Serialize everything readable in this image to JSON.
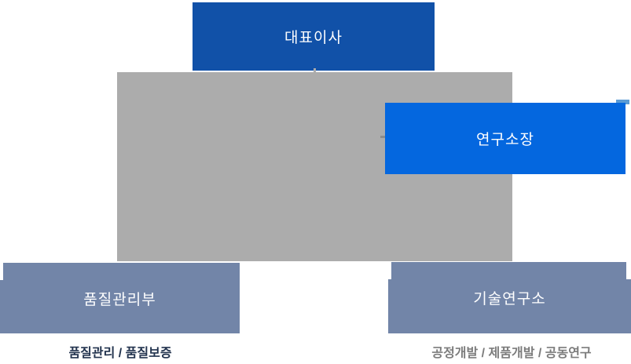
{
  "org_chart": {
    "ceo": {
      "label": "대표이사"
    },
    "director": {
      "label": "연구소장"
    },
    "quality_dept": {
      "label": "품질관리부",
      "sub_label": "품질관리 / 품질보증"
    },
    "tech_lab": {
      "label": "기술연구소",
      "sub_label": "공정개발 / 제품개발 / 공동연구"
    },
    "colors": {
      "ceo_box": "#1151A8",
      "director_box": "#0467DF",
      "director_tab": "#5B9BD5",
      "group_panel": "#ACACAC",
      "department_box": "#7285A8",
      "connector": "#8C8C8C",
      "sub_left_text": "#22334E",
      "sub_right_text": "#7C7C7C",
      "box_text": "#FFFFFF"
    }
  }
}
